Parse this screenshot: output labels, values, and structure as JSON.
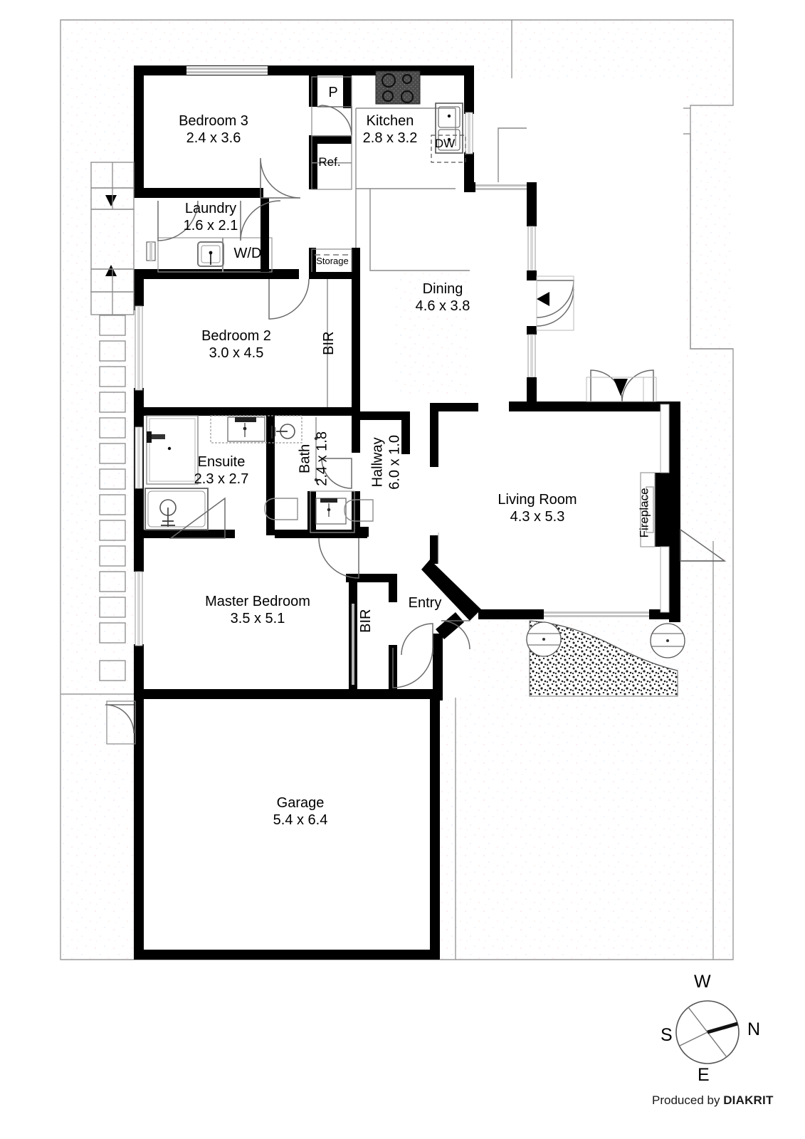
{
  "document": {
    "type": "floor-plan",
    "producer_prefix": "Produced by",
    "producer_brand": "DIAKRIT"
  },
  "compass": {
    "top": "W",
    "right": "N",
    "bottom": "E",
    "left": "S",
    "needle_points_to": "N"
  },
  "rooms": [
    {
      "id": "bedroom3",
      "name": "Bedroom 3",
      "dimensions": "2.4 x 3.6"
    },
    {
      "id": "kitchen",
      "name": "Kitchen",
      "dimensions": "2.8 x 3.2"
    },
    {
      "id": "laundry",
      "name": "Laundry",
      "dimensions": "1.6 x 2.1"
    },
    {
      "id": "bedroom2",
      "name": "Bedroom 2",
      "dimensions": "3.0 x 4.5"
    },
    {
      "id": "dining",
      "name": "Dining",
      "dimensions": "4.6 x 3.8"
    },
    {
      "id": "ensuite",
      "name": "Ensuite",
      "dimensions": "2.3 x 2.7"
    },
    {
      "id": "bath",
      "name": "Bath",
      "dimensions": "2.4 x 1.8"
    },
    {
      "id": "hallway",
      "name": "Hallway",
      "dimensions": "6.0 x 1.0"
    },
    {
      "id": "living-room",
      "name": "Living Room",
      "dimensions": "4.3 x 5.3"
    },
    {
      "id": "master-bedroom",
      "name": "Master Bedroom",
      "dimensions": "3.5 x 5.1"
    },
    {
      "id": "garage",
      "name": "Garage",
      "dimensions": "5.4 x 6.4"
    }
  ],
  "annotations": {
    "pantry": "P",
    "refrigerator": "Ref.",
    "dishwasher": "DW",
    "washer_dryer": "W/D",
    "storage": "Storage",
    "bir_bedroom2": "BIR",
    "bir_master": "BIR",
    "entry": "Entry",
    "fireplace": "Fireplace"
  },
  "colors": {
    "wall": "#000000",
    "floor": "#ffffff",
    "fixture_line": "#808080",
    "boundary_line": "#9a9a9a",
    "text": "#000000"
  }
}
